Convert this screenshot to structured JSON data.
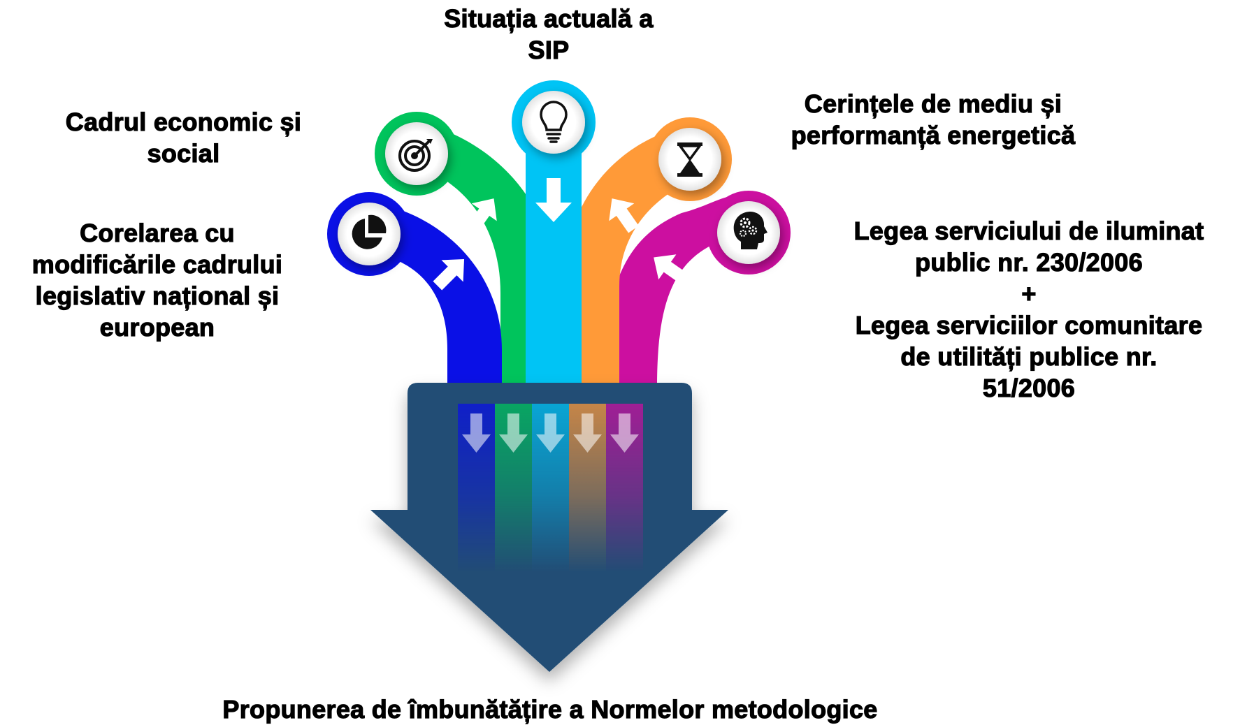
{
  "colors": {
    "blue": "#0a10e6",
    "green": "#00c45c",
    "cyan": "#00c4f5",
    "orange": "#ff9a38",
    "magenta": "#cc0fa0",
    "funnel": "#204d75",
    "text": "#000000"
  },
  "topics": [
    {
      "key": "corelarea",
      "color": "blue",
      "icon": "pie-chart-icon",
      "lines": [
        "Corelarea  cu",
        "modificările cadrului",
        "legislativ național și",
        "european"
      ]
    },
    {
      "key": "cadrul",
      "color": "green",
      "icon": "target-icon",
      "lines": [
        "Cadrul economic și",
        "social"
      ]
    },
    {
      "key": "situatia",
      "color": "cyan",
      "icon": "lightbulb-icon",
      "lines": [
        "Situația actuală a",
        "SIP"
      ]
    },
    {
      "key": "cerintele",
      "color": "orange",
      "icon": "hourglass-icon",
      "lines": [
        "Cerințele de mediu și",
        "performanță energetică"
      ]
    },
    {
      "key": "legea",
      "color": "magenta",
      "icon": "head-gears-icon",
      "lines": [
        "Legea serviciului de iluminat",
        "public nr. 230/2006",
        "+",
        "Legea serviciilor comunitare",
        "de utilități publice nr.",
        "51/2006"
      ]
    }
  ],
  "result": {
    "label": "Propunerea de îmbunătățire a Normelor metodologice"
  }
}
